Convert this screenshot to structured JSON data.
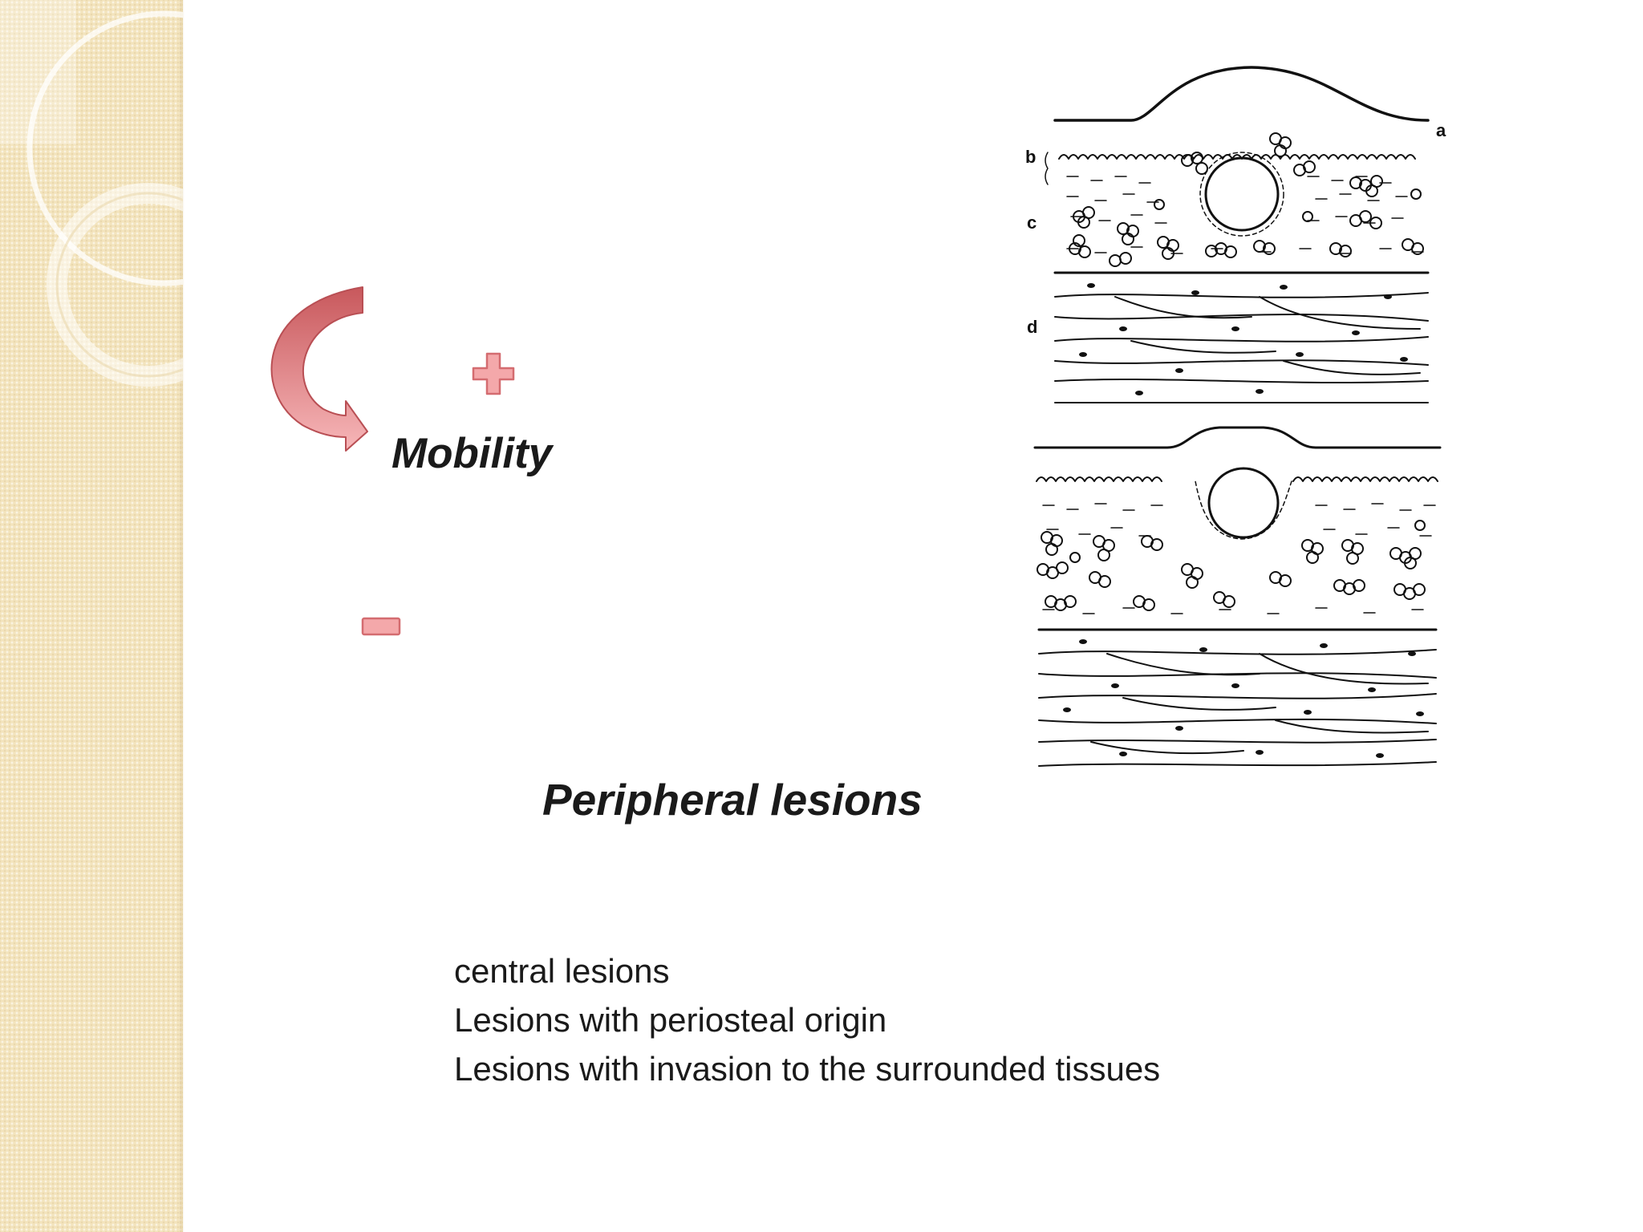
{
  "slide": {
    "mobility_label": "Mobility",
    "plus_symbol": "+",
    "minus_symbol": "-",
    "peripheral_title": "Peripheral lesions",
    "list_items": [
      "central lesions",
      "Lesions with periosteal origin",
      "Lesions with invasion to the surrounded tissues"
    ],
    "figure": {
      "panel_labels": [
        "a",
        "b",
        "c",
        "d"
      ]
    }
  },
  "colors": {
    "sidebar": "#f3e4bd",
    "accent_red": "#e26f72",
    "text": "#1a1a1a"
  },
  "icons": [
    "curved-arrow-icon",
    "plus-icon",
    "minus-icon"
  ]
}
